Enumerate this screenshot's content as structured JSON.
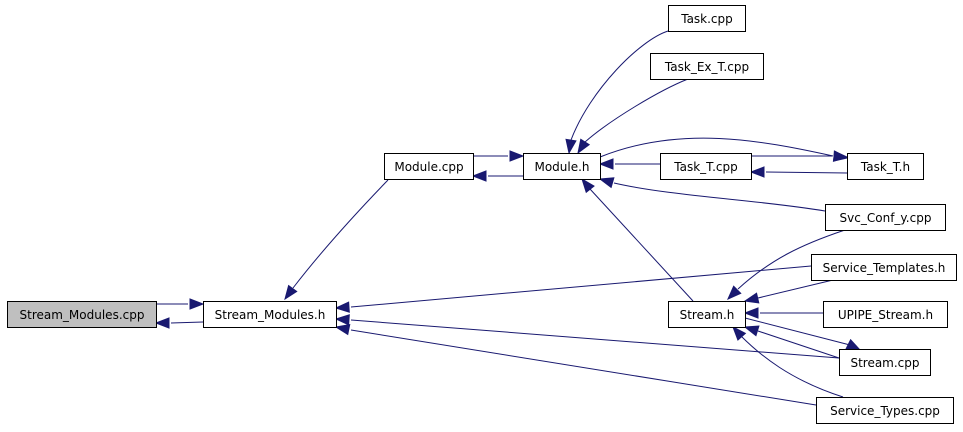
{
  "graph": {
    "title": "Stream_Modules.cpp include dependency graph",
    "edge_color": "#191970",
    "nodes": [
      {
        "id": "stream_modules_cpp",
        "label": "Stream_Modules.cpp",
        "style": "current",
        "fill": "#bfbfbf",
        "border": "#000000"
      },
      {
        "id": "stream_modules_h",
        "label": "Stream_Modules.h",
        "style": "normal",
        "fill": "#ffffff",
        "border": "#000000"
      },
      {
        "id": "module_cpp",
        "label": "Module.cpp",
        "style": "normal",
        "fill": "#ffffff",
        "border": "#000000"
      },
      {
        "id": "module_h",
        "label": "Module.h",
        "style": "normal",
        "fill": "#ffffff",
        "border": "#000000"
      },
      {
        "id": "task_cpp",
        "label": "Task.cpp",
        "style": "normal",
        "fill": "#ffffff",
        "border": "#000000"
      },
      {
        "id": "task_ex_t_cpp",
        "label": "Task_Ex_T.cpp",
        "style": "normal",
        "fill": "#ffffff",
        "border": "#000000"
      },
      {
        "id": "task_t_cpp",
        "label": "Task_T.cpp",
        "style": "normal",
        "fill": "#ffffff",
        "border": "#000000"
      },
      {
        "id": "task_t_h",
        "label": "Task_T.h",
        "style": "truncated",
        "fill": "#ffffff",
        "border": "#ff0000"
      },
      {
        "id": "svc_conf_y_cpp",
        "label": "Svc_Conf_y.cpp",
        "style": "normal",
        "fill": "#ffffff",
        "border": "#000000"
      },
      {
        "id": "service_templates_h",
        "label": "Service_Templates.h",
        "style": "normal",
        "fill": "#ffffff",
        "border": "#000000"
      },
      {
        "id": "stream_h",
        "label": "Stream.h",
        "style": "normal",
        "fill": "#ffffff",
        "border": "#000000"
      },
      {
        "id": "upipe_stream_h",
        "label": "UPIPE_Stream.h",
        "style": "truncated",
        "fill": "#ffffff",
        "border": "#ff0000"
      },
      {
        "id": "stream_cpp",
        "label": "Stream.cpp",
        "style": "normal",
        "fill": "#ffffff",
        "border": "#000000"
      },
      {
        "id": "service_types_cpp",
        "label": "Service_Types.cpp",
        "style": "normal",
        "fill": "#ffffff",
        "border": "#000000"
      }
    ],
    "edges": [
      {
        "from": "stream_modules_cpp",
        "to": "stream_modules_h"
      },
      {
        "from": "stream_modules_h",
        "to": "stream_modules_cpp"
      },
      {
        "from": "module_cpp",
        "to": "stream_modules_h"
      },
      {
        "from": "module_cpp",
        "to": "module_h"
      },
      {
        "from": "module_h",
        "to": "module_cpp"
      },
      {
        "from": "task_cpp",
        "to": "module_h"
      },
      {
        "from": "task_ex_t_cpp",
        "to": "module_h"
      },
      {
        "from": "module_h",
        "to": "task_t_h"
      },
      {
        "from": "task_t_cpp",
        "to": "module_h"
      },
      {
        "from": "task_t_cpp",
        "to": "task_t_h"
      },
      {
        "from": "task_t_h",
        "to": "task_t_cpp"
      },
      {
        "from": "svc_conf_y_cpp",
        "to": "module_h"
      },
      {
        "from": "stream_h",
        "to": "module_h"
      },
      {
        "from": "svc_conf_y_cpp",
        "to": "stream_h"
      },
      {
        "from": "service_templates_h",
        "to": "stream_modules_h"
      },
      {
        "from": "service_templates_h",
        "to": "stream_h"
      },
      {
        "from": "upipe_stream_h",
        "to": "stream_h"
      },
      {
        "from": "stream_h",
        "to": "stream_cpp"
      },
      {
        "from": "stream_cpp",
        "to": "stream_h"
      },
      {
        "from": "stream_cpp",
        "to": "stream_modules_h"
      },
      {
        "from": "service_types_cpp",
        "to": "stream_h"
      },
      {
        "from": "service_types_cpp",
        "to": "stream_modules_h"
      }
    ]
  }
}
